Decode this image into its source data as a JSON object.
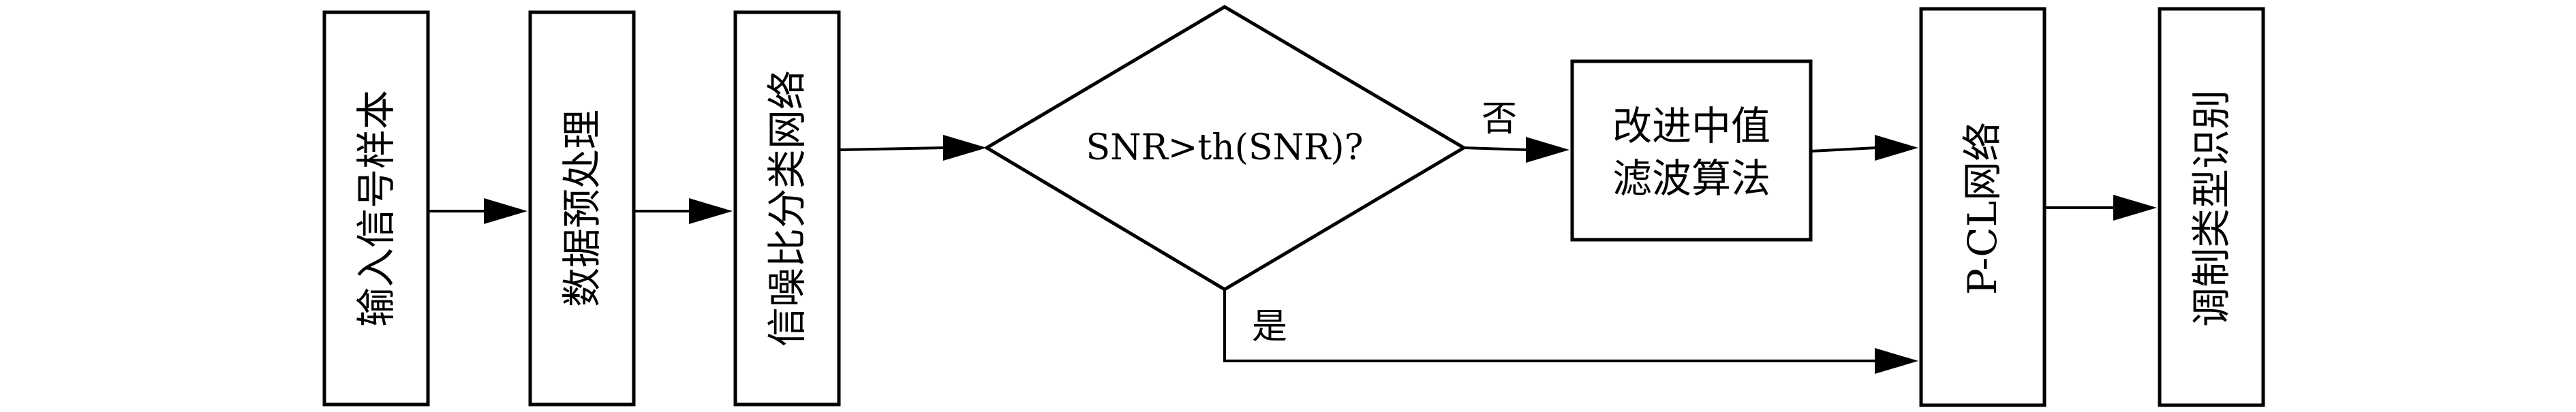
{
  "diagram": {
    "nodes": {
      "input": "输入信号样本",
      "preprocess": "数据预处理",
      "snr_net": "信噪比分类网络",
      "decision": "SNR>th(SNR)?",
      "filter_line1": "改进中值",
      "filter_line2": "滤波算法",
      "pcl": "P-CL网络",
      "output": "调制类型识别"
    },
    "edges": {
      "no": "否",
      "yes": "是"
    },
    "colors": {
      "stroke": "#000000",
      "background": "#ffffff"
    }
  }
}
